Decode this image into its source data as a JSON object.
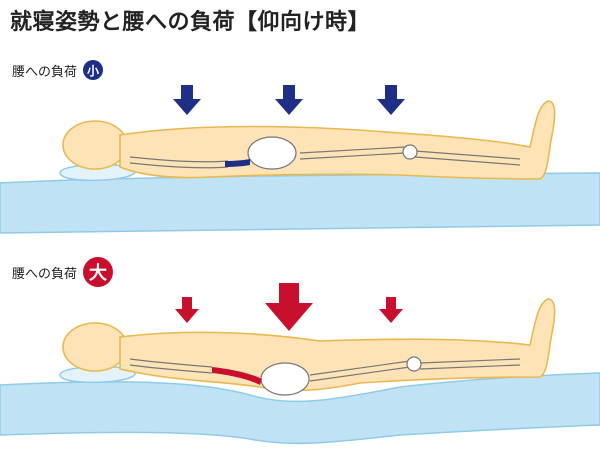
{
  "title": "就寝姿勢と腰への負荷【仰向け時】",
  "colors": {
    "small_load": "#1f2f86",
    "large_load": "#c8102e",
    "body_fill": "#fde3b5",
    "body_stroke": "#e9b84f",
    "mattress": "#bfe3f5",
    "mattress_stroke": "#8fcbe8",
    "pillow": "#e4f3fb"
  },
  "panels": [
    {
      "label": "腰への負荷",
      "badge": "小",
      "badge_color": "#1f2f86",
      "arrow_color": "#1f2f86",
      "arrows": [
        {
          "name": "chest-arrow",
          "size": "medium"
        },
        {
          "name": "hip-arrow",
          "size": "medium"
        },
        {
          "name": "leg-arrow",
          "size": "medium"
        }
      ],
      "mattress_shape": "flat"
    },
    {
      "label": "腰への負荷",
      "badge": "大",
      "badge_color": "#c8102e",
      "arrow_color": "#c8102e",
      "arrows": [
        {
          "name": "chest-arrow",
          "size": "small"
        },
        {
          "name": "hip-arrow",
          "size": "large"
        },
        {
          "name": "leg-arrow",
          "size": "small"
        }
      ],
      "mattress_shape": "sagging"
    }
  ]
}
